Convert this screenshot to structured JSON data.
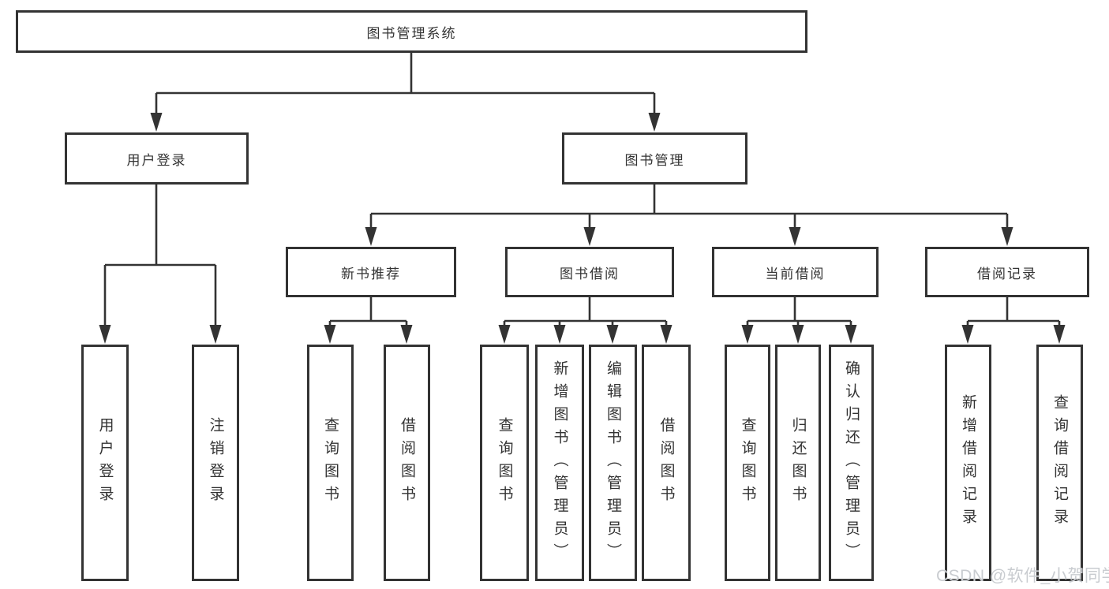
{
  "diagram_title": "图书管理系统",
  "tree": {
    "label": "图书管理系统",
    "children": [
      {
        "label": "用户登录",
        "children": [
          {
            "label": "用户登录"
          },
          {
            "label": "注销登录"
          }
        ]
      },
      {
        "label": "图书管理",
        "children": [
          {
            "label": "新书推荐",
            "children": [
              {
                "label": "查询图书"
              },
              {
                "label": "借阅图书"
              }
            ]
          },
          {
            "label": "图书借阅",
            "children": [
              {
                "label": "查询图书"
              },
              {
                "label": "新增图书（管理员）"
              },
              {
                "label": "编辑图书（管理员）"
              },
              {
                "label": "借阅图书"
              }
            ]
          },
          {
            "label": "当前借阅",
            "children": [
              {
                "label": "查询图书"
              },
              {
                "label": "归还图书"
              },
              {
                "label": "确认归还（管理员）"
              }
            ]
          },
          {
            "label": "借阅记录",
            "children": [
              {
                "label": "新增借阅记录"
              },
              {
                "label": "查询借阅记录"
              }
            ]
          }
        ]
      }
    ]
  },
  "watermark": "CSDN @软件_小贺同学",
  "colors": {
    "line": "#333333",
    "box_border": "#333333",
    "text": "#333333",
    "background": "#ffffff",
    "watermark": "#c9ccd0"
  }
}
